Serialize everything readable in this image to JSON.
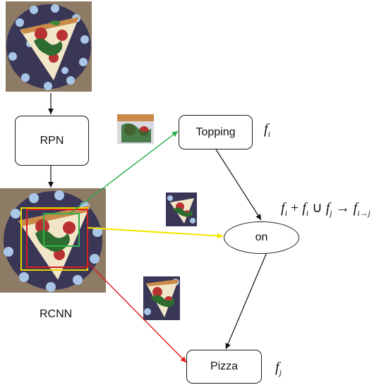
{
  "nodes": {
    "rpn": "RPN",
    "rcnn": "RCNN",
    "topping": "Topping",
    "on": "on",
    "pizza": "Pizza"
  },
  "formulas": {
    "f_i": {
      "base": "f",
      "sub": "i"
    },
    "f_j": {
      "base": "f",
      "sub": "j"
    },
    "relation": {
      "t1": "f",
      "s1": "i",
      "op1": " + ",
      "t2": "f",
      "s2": "i",
      "op2": " ∪ ",
      "t3": "f",
      "s3": "j",
      "arrow": " → ",
      "t4": "f",
      "s4": "i→j"
    }
  },
  "colors": {
    "green": "#22aa44",
    "yellow": "#f2e600",
    "red": "#e01818",
    "box_green": "#2fb24a",
    "box_red": "#d42020",
    "box_yellow": "#e8d800",
    "plate": "#3a3656",
    "dots": "#a9c6e8",
    "wood": "#8e7b66"
  },
  "icons": [
    "pizza-plate-image",
    "topping-crop-image",
    "pizza-crop-image"
  ]
}
